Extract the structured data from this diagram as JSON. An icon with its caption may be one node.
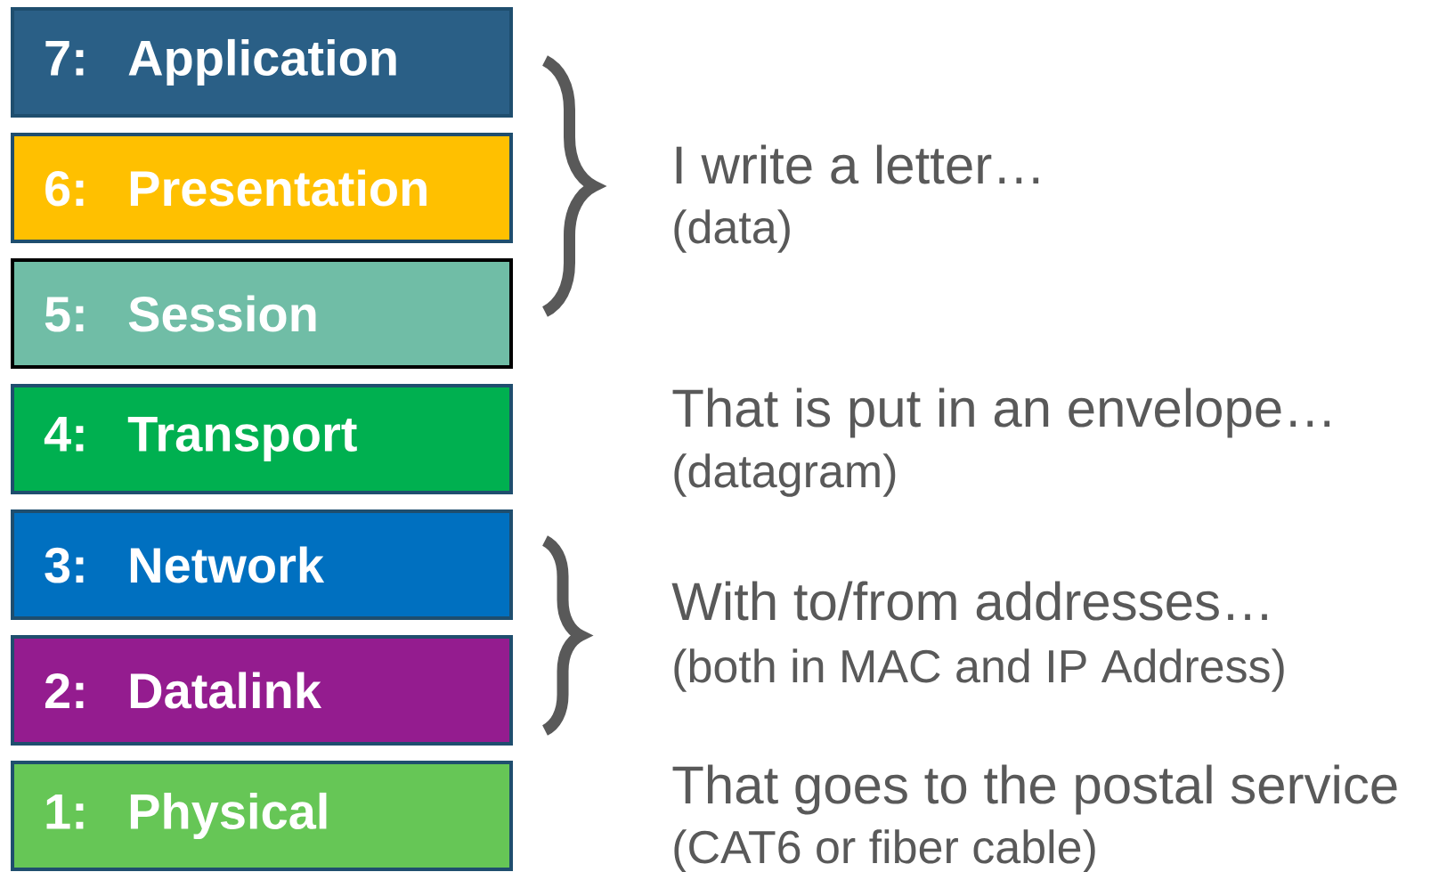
{
  "diagram": {
    "nodes": [
      {
        "text": [
          "7: Application"
        ]
      },
      {
        "text": [
          "6: Presentation"
        ]
      },
      {
        "text": [
          "5: Session"
        ]
      },
      {
        "text": [
          "4: Transport"
        ]
      },
      {
        "text": [
          "3: Network"
        ]
      },
      {
        "text": [
          "2: Datalink"
        ]
      },
      {
        "text": [
          "1: Physical"
        ]
      }
    ],
    "labels": [
      "I write a letter…",
      "(data)",
      "That is put in an envelope…",
      "(datagram)",
      "With to/from addresses…",
      "(both in MAC and IP Address)",
      "That goes to the postal service",
      "(CAT6 or fiber cable)"
    ]
  }
}
